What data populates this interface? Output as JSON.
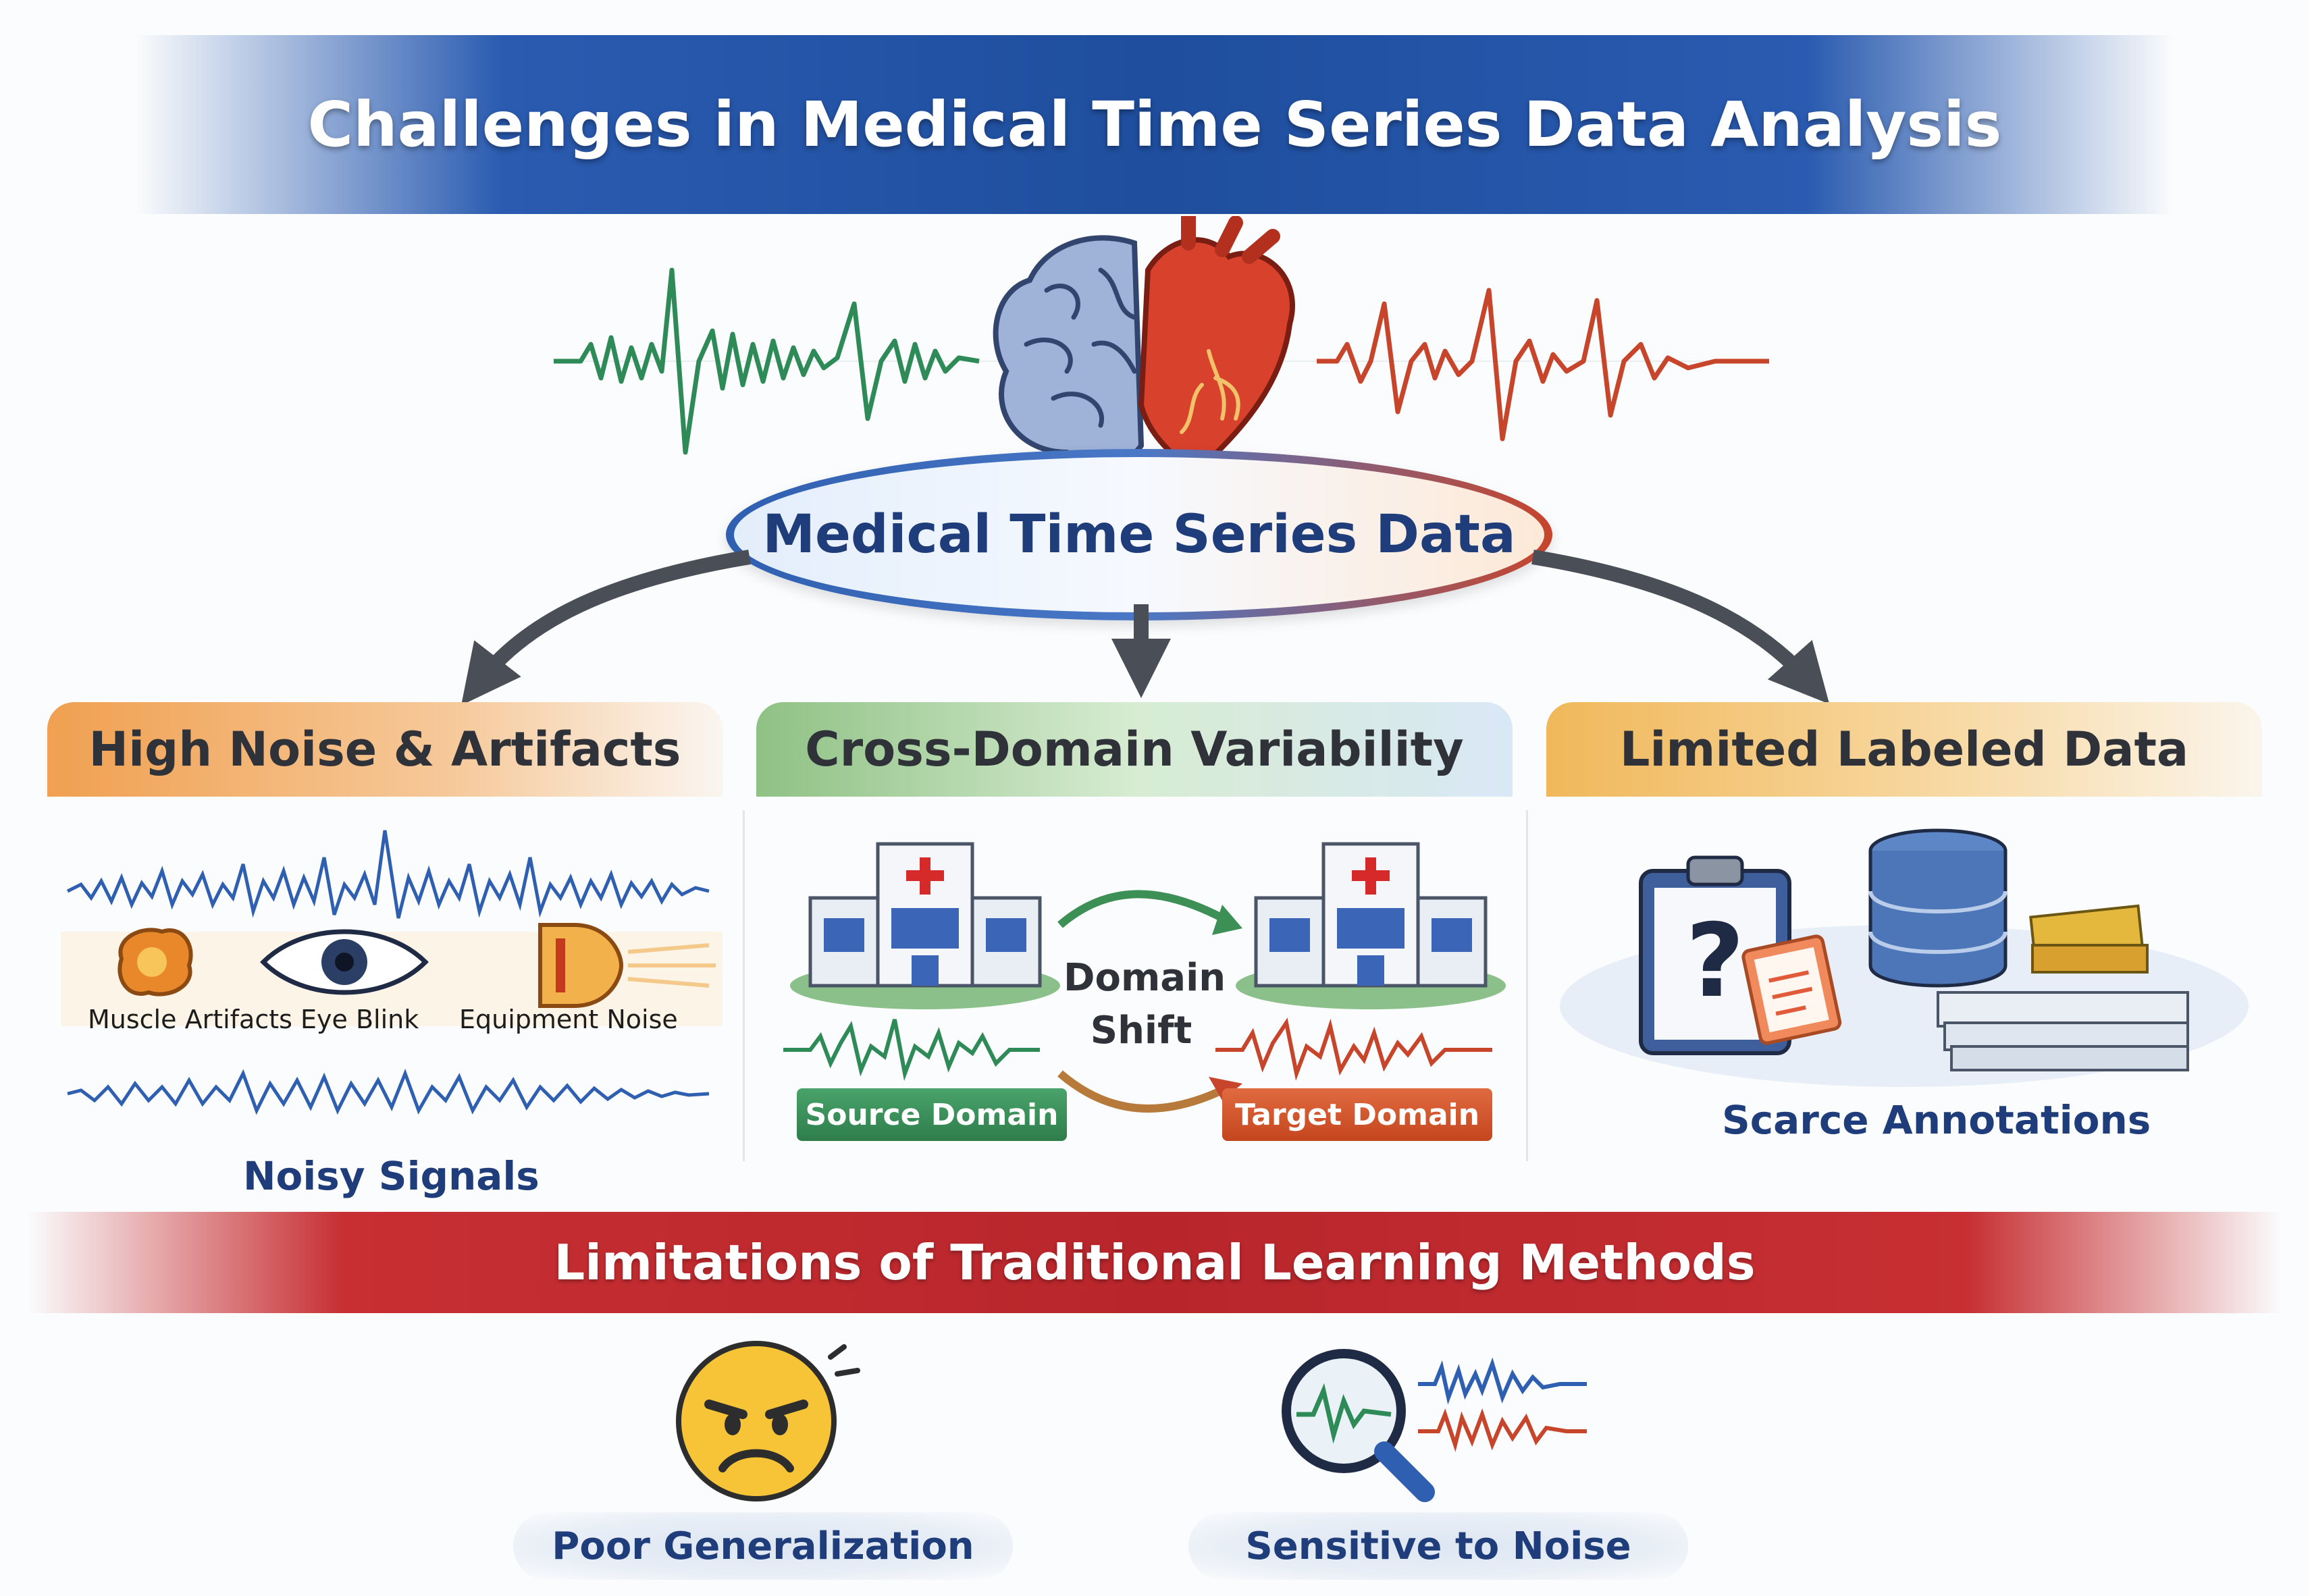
{
  "title": "Challenges in Medical Time Series Data Analysis",
  "hub": {
    "label": "Medical Time Series Data"
  },
  "categories": [
    {
      "title": "High Noise & Artifacts",
      "color": "#f0a050",
      "items": [
        "Muscle Artifacts",
        "Eye Blink",
        "Equipment Noise"
      ],
      "caption": "Noisy Signals"
    },
    {
      "title": "Cross-Domain Variability",
      "color": "#8fc184",
      "shift_line1": "Domain",
      "shift_line2": "Shift",
      "source_label": "Source Domain",
      "target_label": "Target Domain"
    },
    {
      "title": "Limited Labeled Data",
      "color": "#f0b85a",
      "caption": "Scarce Annotations"
    }
  ],
  "limitations": {
    "title": "Limitations of Traditional Learning Methods",
    "items": [
      "Poor Generalization",
      "Sensitive to Noise"
    ]
  },
  "colors": {
    "title_blue": "#1f4e9e",
    "hub_text": "#1e3d7a",
    "eeg_green": "#2e8b57",
    "ecg_red": "#c7452b",
    "noise_blue": "#2f5fb0",
    "limit_red": "#b8262b",
    "source_green": "#3c8f55",
    "target_orange": "#d3572e"
  },
  "icons": [
    "brain-icon",
    "heart-icon",
    "muscle-artifact-icon",
    "eye-icon",
    "equipment-noise-icon",
    "hospital-icon",
    "clipboard-question-icon",
    "database-icon",
    "document-stack-icon",
    "frowning-face-icon",
    "magnifier-signal-icon"
  ]
}
